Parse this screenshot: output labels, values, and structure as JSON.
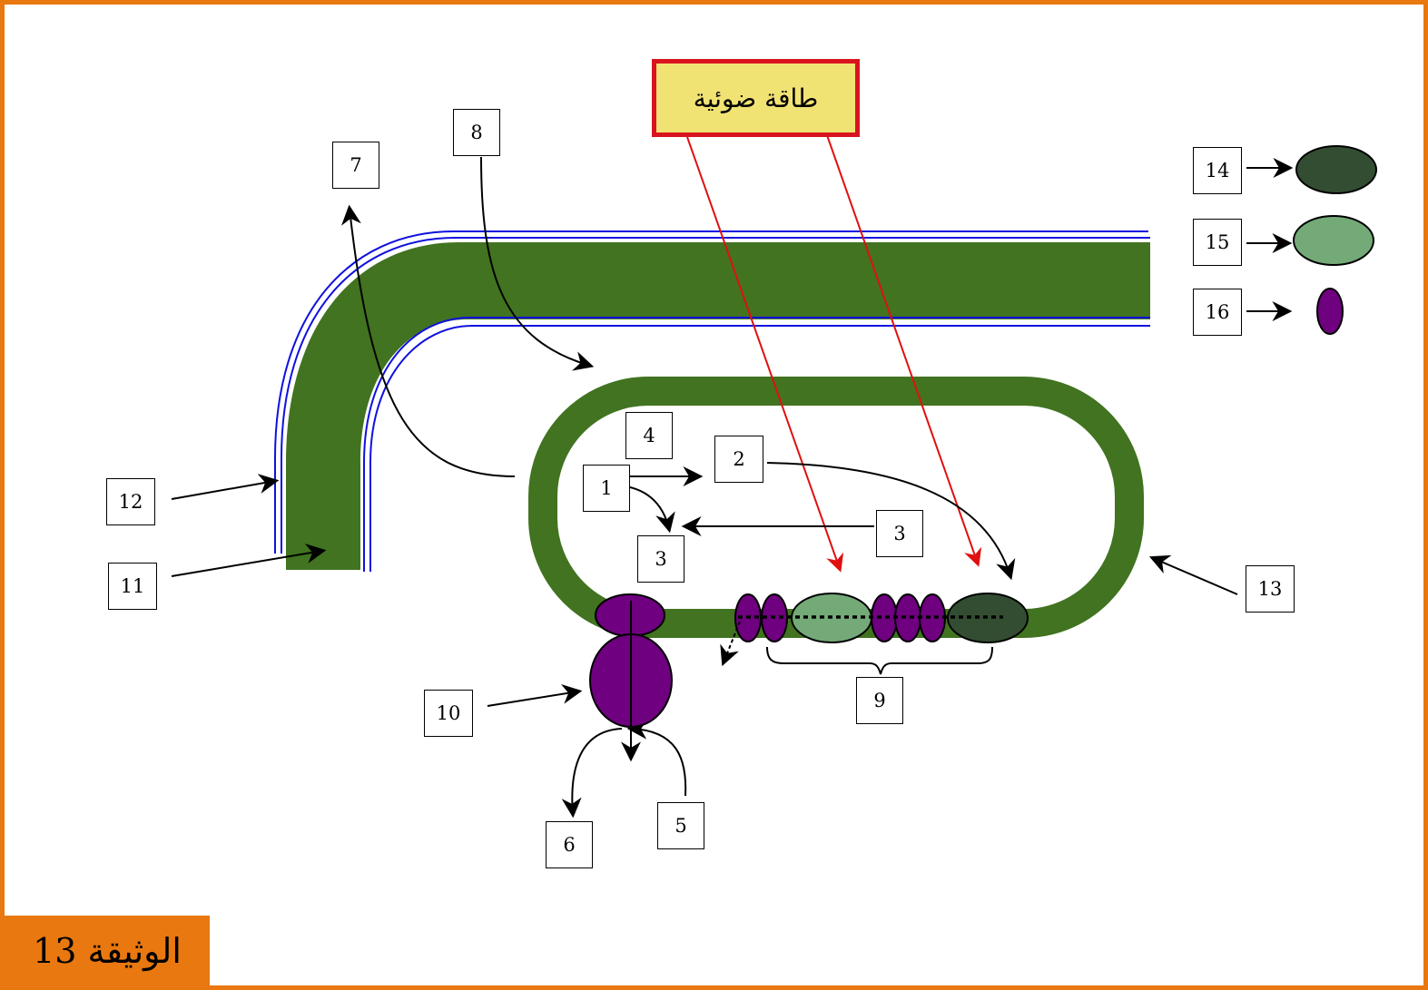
{
  "document_tag": "الوثيقة 13",
  "energy_label": "طاقة ضوئية",
  "labels": {
    "n1": "1",
    "n2": "2",
    "n3a": "3",
    "n3b": "3",
    "n4": "4",
    "n5": "5",
    "n6": "6",
    "n7": "7",
    "n8": "8",
    "n9": "9",
    "n10": "10",
    "n11": "11",
    "n12": "12",
    "n13": "13",
    "n14": "14",
    "n15": "15",
    "n16": "16"
  },
  "colors": {
    "frame": "#E8780F",
    "thylakoid_green": "#417320",
    "membrane_blue": "#1010E0",
    "light_arrow": "#E01010",
    "energy_box_fill": "#F1E274",
    "energy_box_border": "#D9141E",
    "dark_protein": "#334D33",
    "light_protein": "#74AA78",
    "purple_protein": "#6F007F"
  }
}
